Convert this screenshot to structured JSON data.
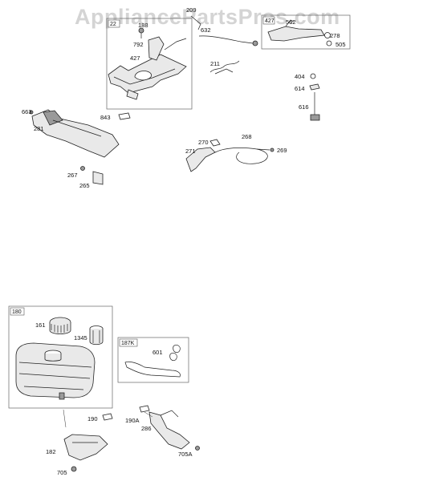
{
  "watermark": "AppliancePartsPros.com",
  "groups": {
    "control_bracket": "22",
    "throttle_lever": "427",
    "fuel_tank": "180",
    "fuel_line": "187K"
  },
  "labels": {
    "p188": "188",
    "p792": "792",
    "p427": "427",
    "p209": "209",
    "p632": "632",
    "p211": "211",
    "p562": "562",
    "p278": "278",
    "p505": "505",
    "p404": "404",
    "p614": "614",
    "p616": "616",
    "p663": "663",
    "p281": "281",
    "p843": "843",
    "p267": "267",
    "p265": "265",
    "p270": "270",
    "p268": "268",
    "p271": "271",
    "p269": "269",
    "p161": "161",
    "p1345": "1345",
    "p601": "601",
    "p190": "190",
    "p190a": "190A",
    "p286": "286",
    "p182": "182",
    "p705": "705",
    "p705a": "705A"
  }
}
